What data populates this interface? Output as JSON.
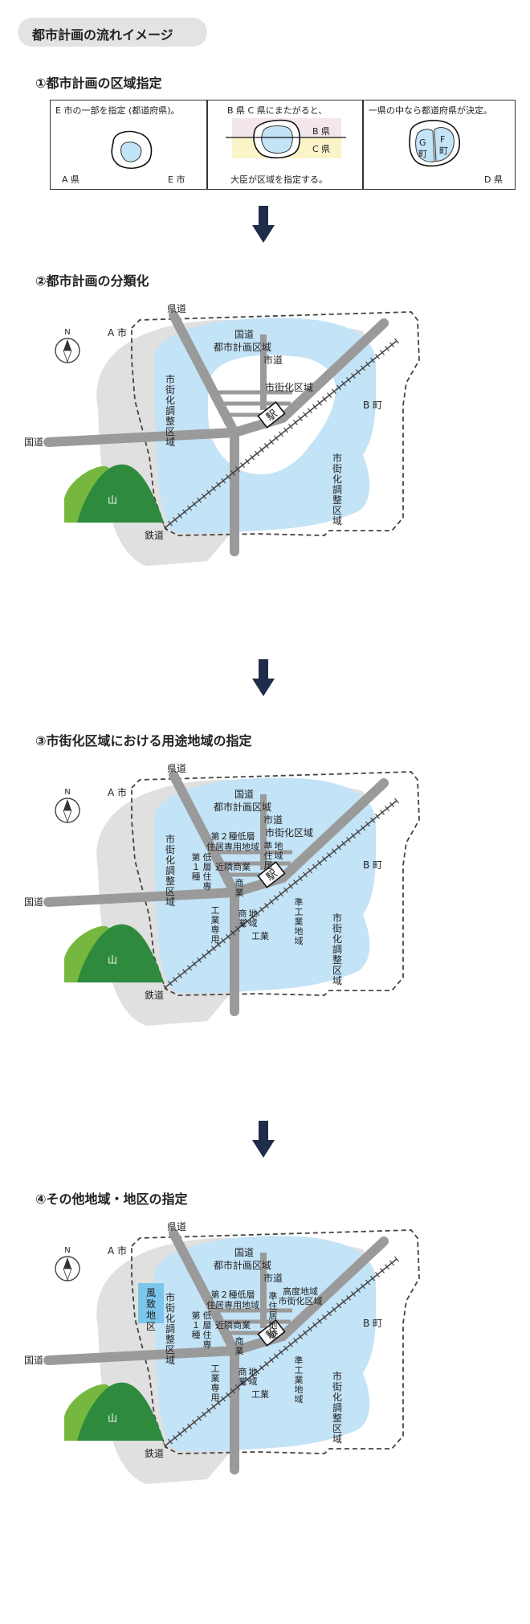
{
  "header": {
    "title": "都市計画の流れイメージ"
  },
  "sections": {
    "s1": {
      "title": "①都市計画の区域指定",
      "panel1": {
        "text": "E 市の一部を指定 (都道府県)。",
        "left_label": "A 県",
        "right_label": "E 市"
      },
      "panel2": {
        "text_top": "B 県 C 県にまたがると、",
        "label_b": "B 県",
        "label_c": "C 県",
        "text_bottom": "大臣が区域を指定する。"
      },
      "panel3": {
        "text": "一県の中なら都道府県が決定。",
        "g_char1": "G",
        "g_char2": "町",
        "f_char1": "F",
        "f_char2": "町",
        "label_d": "D 県"
      }
    },
    "s2": {
      "title": "②都市計画の分類化"
    },
    "s3": {
      "title": "③市街化区域における用途地域の指定"
    },
    "s4": {
      "title": "④その他地域・地区の指定"
    }
  },
  "map_labels": {
    "north": "N",
    "prefectural_road": "県道",
    "city_a": "A 市",
    "national_road": "国道",
    "planning_area": "都市計画区域",
    "city_road": "市道",
    "town_b": "B 町",
    "urbanization_area": "市街化区域",
    "control_area": "市街化調整区域",
    "station": "駅",
    "mountain": "山",
    "railway": "鉄道"
  },
  "zone_labels": {
    "z2_low": "第２種低層",
    "z2_low_b": "住居専用地域",
    "neighborhood": "近隣商業",
    "commercial": "商業",
    "commercial_area": "商業",
    "commercial_area_b": "地域",
    "quasi_res": "準住居地域",
    "quasi_ind": "準工業地域",
    "z1_low": "第１種低層住専",
    "ind_only": "工業専用",
    "industrial": "工業",
    "height": "高度地域",
    "scenic": "風致地区"
  },
  "colors": {
    "arrow": "#1f2d4a",
    "road": "#9a9a9a",
    "urban_fill": "#c3e3f7",
    "outer_fill": "#e0e0e0",
    "mountain_light": "#76b83f",
    "mountain_dark": "#2e8b3e",
    "scenic_fill": "#7cc6ec"
  }
}
